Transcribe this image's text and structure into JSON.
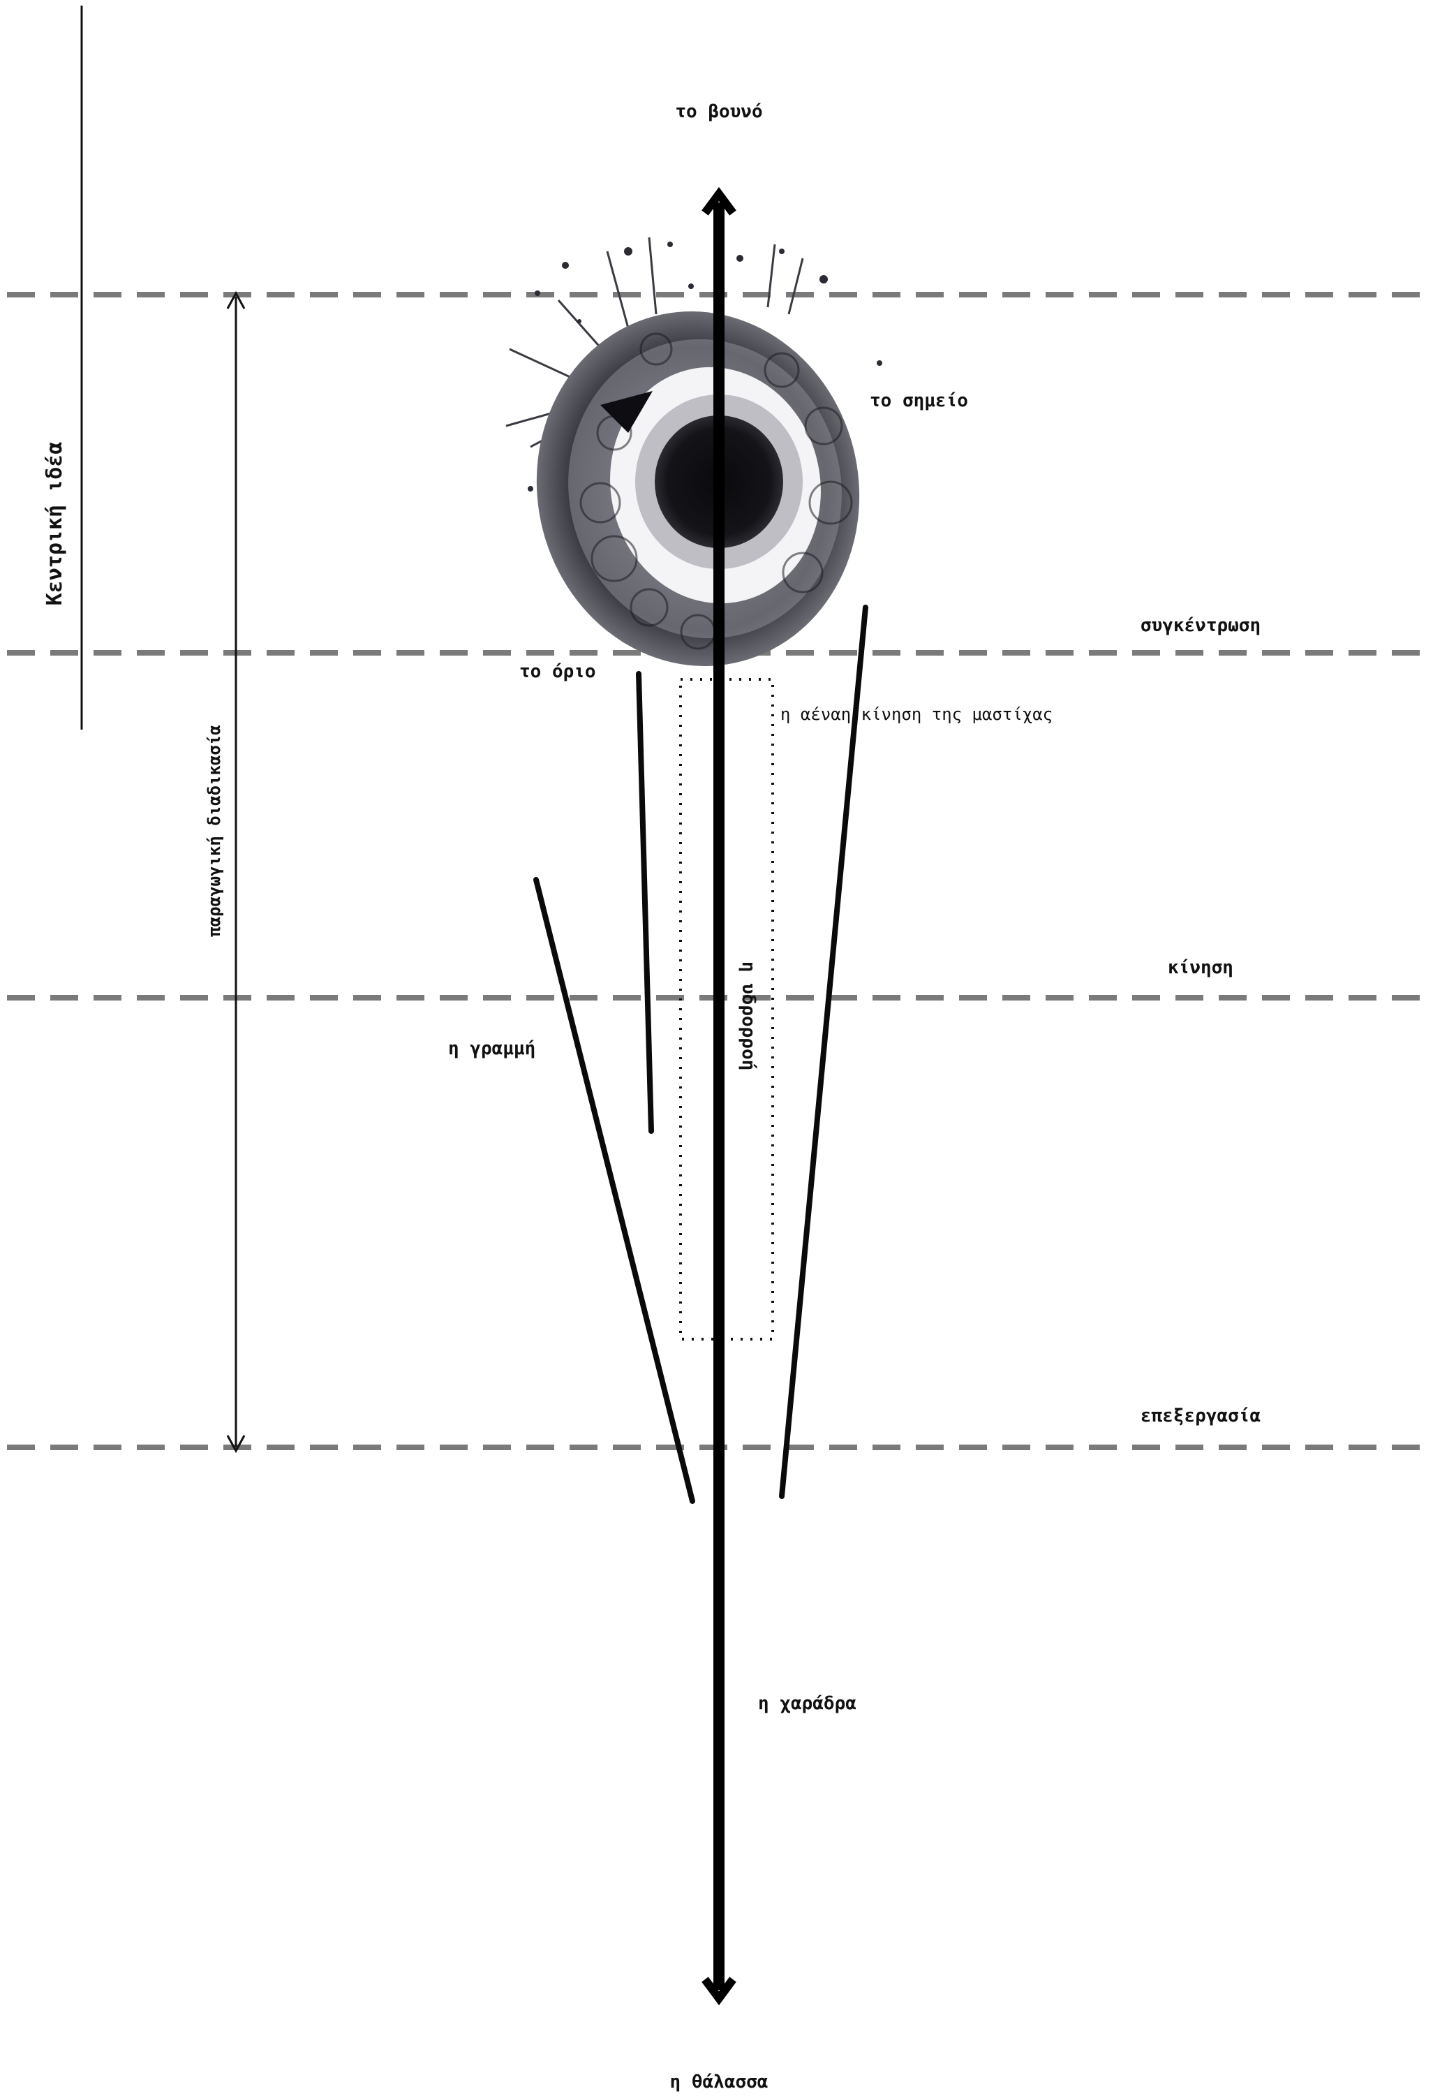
{
  "labels": {
    "top": "το βουνό",
    "bottom": "η θάλασσα",
    "point": "το σημείο",
    "limit": "το όριο",
    "line": "η γραμμή",
    "movement_of_mastic": "η αέναη κίνηση της μαστίχας",
    "ravine": "η χαράδρα",
    "watershed": "η υδρορροή",
    "central_idea": "Κεντρική ιδέα",
    "production_process": "παραγωγική διαδικασία"
  },
  "levels": [
    {
      "label": ""
    },
    {
      "label": "συγκέντρωση"
    },
    {
      "label": "κίνηση"
    },
    {
      "label": "επεξεργασία"
    }
  ],
  "colors": {
    "dashed_lines": "#7a7a7a",
    "ink": "#111111",
    "ink_blot": "#2b2b33"
  }
}
